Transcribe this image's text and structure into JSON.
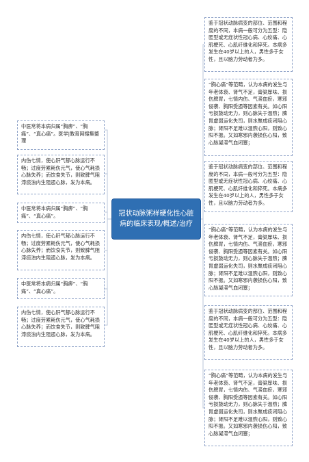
{
  "center": "冠状动脉粥样硬化性心脏病的临床表现/概述/治疗",
  "colors": {
    "center_fill": "#2f6fb3",
    "node_border": "#8fa3c8",
    "connector": "#b9c4d8",
    "text": "#333333"
  },
  "left_nodes": [
    "中医常将本病归属“胸痹”、“胸痛”、“真心痛”。医学|教育网搜集整理",
    "内伤七情，使心肝气郁心脉运行不畅；过度劳累耗伤元气，使心气耗损心脉失养；而饮食失节，则致脾气阻滞痰浊内生阻遏心脉，发为本病。",
    "中医常将本病归属“胸痹”、“胸痛”、“真心痛”。",
    "内伤七情，使心肝气郁心脉运行不畅；过度劳累耗伤元气，使心气耗损心脉失养；而饮食失节，则致脾气阻滞痰浊内生阻遏心脉，发为本病。",
    "中医常将本病归属“胸痹”、“胸痛”、“真心痛”。",
    "内伤七情，使心肝气郁心脉运行不畅；过度劳累耗伤元气，使心气耗损心脉失养；而饮食失节，则致脾气阻滞痰浊内生阻遏心脉，发为本病。"
  ],
  "right_nodes": [
    "鉴于冠状动脉病变的部位、范围和程度的不同，本病一般可分为五型：隐匿型或无症状性冠心病、心绞痛、心肌梗死、心肌纤维化和猝死。本病多发生在40岁以上的人，男性多于女性，且以脑力劳动者为多。",
    "“胸心痛”等范畴，认为本病的发生与年老体衰、肾气不足，膏粱厚味、损伤脾胃，七情内伤、气滞血瘀，寒邪侵袭、胸阳受遏等因素有关。如心阳亏损鼓动无力，则心脉失于温煦；脾胃虚弱运化失司，则水聚成痰闭阻心脉；肾阳不足难以温煦心阳，则致心阳不振。又如寒邪内袭损伤心阳，致心脉凝滞气血闭塞；",
    "鉴于冠状动脉病变的部位、范围和程度的不同，本病一般可分为五型：隐匿型或无症状性冠心病、心绞痛、心肌梗死、心肌纤维化和猝死。本病多发生在40岁以上的人，男性多于女性，且以脑力劳动者为多。",
    "“胸心痛”等范畴，认为本病的发生与年老体衰、肾气不足，膏粱厚味、损伤脾胃，七情内伤、气滞血瘀，寒邪侵袭、胸阳受遏等因素有关。如心阳亏损鼓动无力，则心脉失于温煦；脾胃虚弱运化失司，则水聚成痰闭阻心脉；肾阳不足难以温煦心阳，则致心阳不振。又如寒邪内袭损伤心阳，致心脉凝滞气血闭塞；",
    "鉴于冠状动脉病变的部位、范围和程度的不同，本病一般可分为五型：隐匿型或无症状性冠心病、心绞痛、心肌梗死、心肌纤维化和猝死。本病多发生在40岁以上的人，男性多于女性，且以脑力劳动者为多。",
    "“胸心痛”等范畴，认为本病的发生与年老体衰、肾气不足，膏粱厚味、损伤脾胃，七情内伤、气滞血瘀，寒邪侵袭、胸阳受遏等因素有关。如心阳亏损鼓动无力，则心脉失于温煦；脾胃虚弱运化失司，则水聚成痰闭阻心脉；肾阳不足难以温煦心阳，则致心阳不振。又如寒邪内袭损伤心阳，致心脉凝滞气血闭塞；"
  ]
}
